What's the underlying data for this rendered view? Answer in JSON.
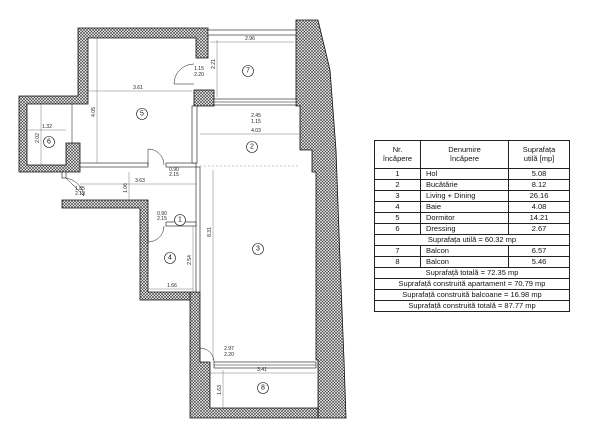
{
  "plan": {
    "room_labels": {
      "hol": "1",
      "bucatarie": "2",
      "living": "3",
      "baie": "4",
      "dormitor": "5",
      "dressing": "6",
      "balcon_7": "7",
      "balcon_8": "8"
    },
    "dimensions": {
      "balcony7_width": "2.96",
      "door_balcony7_width": "1.15",
      "door_balcony7_height": "2.20",
      "balcony7_depth": "2.21",
      "bedroom_width": "3.61",
      "bedroom_depth": "4.05",
      "dressing_width": "1.32",
      "dressing_depth": "2.02",
      "kitchen_window_width": "2.45",
      "kitchen_window_height": "1.15",
      "kitchen_width": "4.03",
      "door_bedroom_width": "0.90",
      "door_bedroom_height": "2.15",
      "hall_width": "3.63",
      "entrance_door_width": "1.85",
      "entrance_door_height": "2.19",
      "hall_depth": "1.06",
      "door_bath_width": "0.90",
      "door_bath_height": "2.15",
      "bath_depth": "2.54",
      "bath_width": "1.66",
      "living_length": "8.31",
      "door_balcony8_width": "2.97",
      "door_balcony8_height": "2.20",
      "balcony8_width": "3.41",
      "balcony8_depth": "1.63"
    }
  },
  "table": {
    "header": {
      "nr": [
        "Nr.",
        "încăpere"
      ],
      "name": [
        "Denumire",
        "încăpere"
      ],
      "area": [
        "Suprafața",
        "utilă [mp]"
      ]
    },
    "rooms": [
      {
        "nr": "1",
        "name": "Hol",
        "area": "5.08"
      },
      {
        "nr": "2",
        "name": "Bucătărie",
        "area": "8.12"
      },
      {
        "nr": "3",
        "name": "Living + Dining",
        "area": "26.16"
      },
      {
        "nr": "4",
        "name": "Baie",
        "area": "4.08"
      },
      {
        "nr": "5",
        "name": "Dormitor",
        "area": "14.21"
      },
      {
        "nr": "6",
        "name": "Dressing",
        "area": "2.67"
      }
    ],
    "useful_total": "Suprafața utilă = 60.32 mp",
    "balconies": [
      {
        "nr": "7",
        "name": "Balcon",
        "area": "6.57"
      },
      {
        "nr": "8",
        "name": "Balcon",
        "area": "5.46"
      }
    ],
    "totals": [
      "Suprafață totală = 72.35 mp",
      "Suprafață construită apartament = 70.79 mp",
      "Suprafață construită balcoane = 16.98 mp",
      "Suprafață construită totală = 87.77 mp"
    ]
  }
}
